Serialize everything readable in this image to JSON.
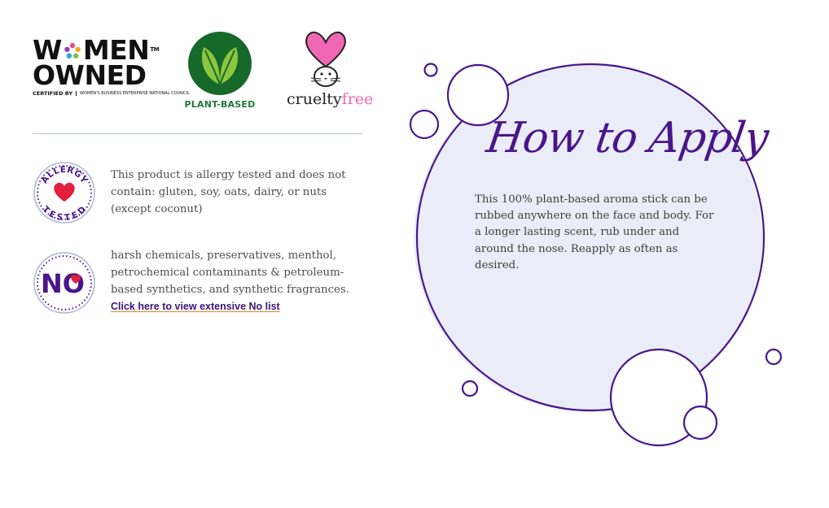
{
  "badges": {
    "women_owned": {
      "line1_a": "W",
      "line1_b": "MEN",
      "line2": "OWNED",
      "tm": "TM",
      "certified": "CERTIFIED BY",
      "council": "WOMEN'S BUSINESS ENTERPRISE NATIONAL COUNCIL"
    },
    "plant_based": {
      "label": "PLANT-BASED"
    },
    "cruelty_free": {
      "word1": "cruelty",
      "word2": "free"
    }
  },
  "features": {
    "allergy": {
      "icon_text_top": "ALLERGY",
      "icon_text_bottom": "TESTED",
      "text": "This product is allergy tested and does not contain: gluten, soy, oats, dairy, or nuts (except coconut)"
    },
    "no_list": {
      "icon_text": "NO",
      "text": "harsh chemicals, preservatives, menthol, petrochemical contaminants & petroleum-based synthetics, and synthetic fragrances.",
      "link": "Click here to view extensive No list"
    }
  },
  "apply": {
    "title": "How to Apply",
    "body": "This 100% plant-based aroma stick can be rubbed anywhere on the face and body. For a longer lasting scent, rub under and around the nose. Reapply as often as desired."
  },
  "colors": {
    "purple": "#4a168a",
    "circle_fill": "#eaedf8",
    "plant_green": "#1e7a2e",
    "pink": "#f067b4",
    "heart_red": "#e0203c"
  }
}
